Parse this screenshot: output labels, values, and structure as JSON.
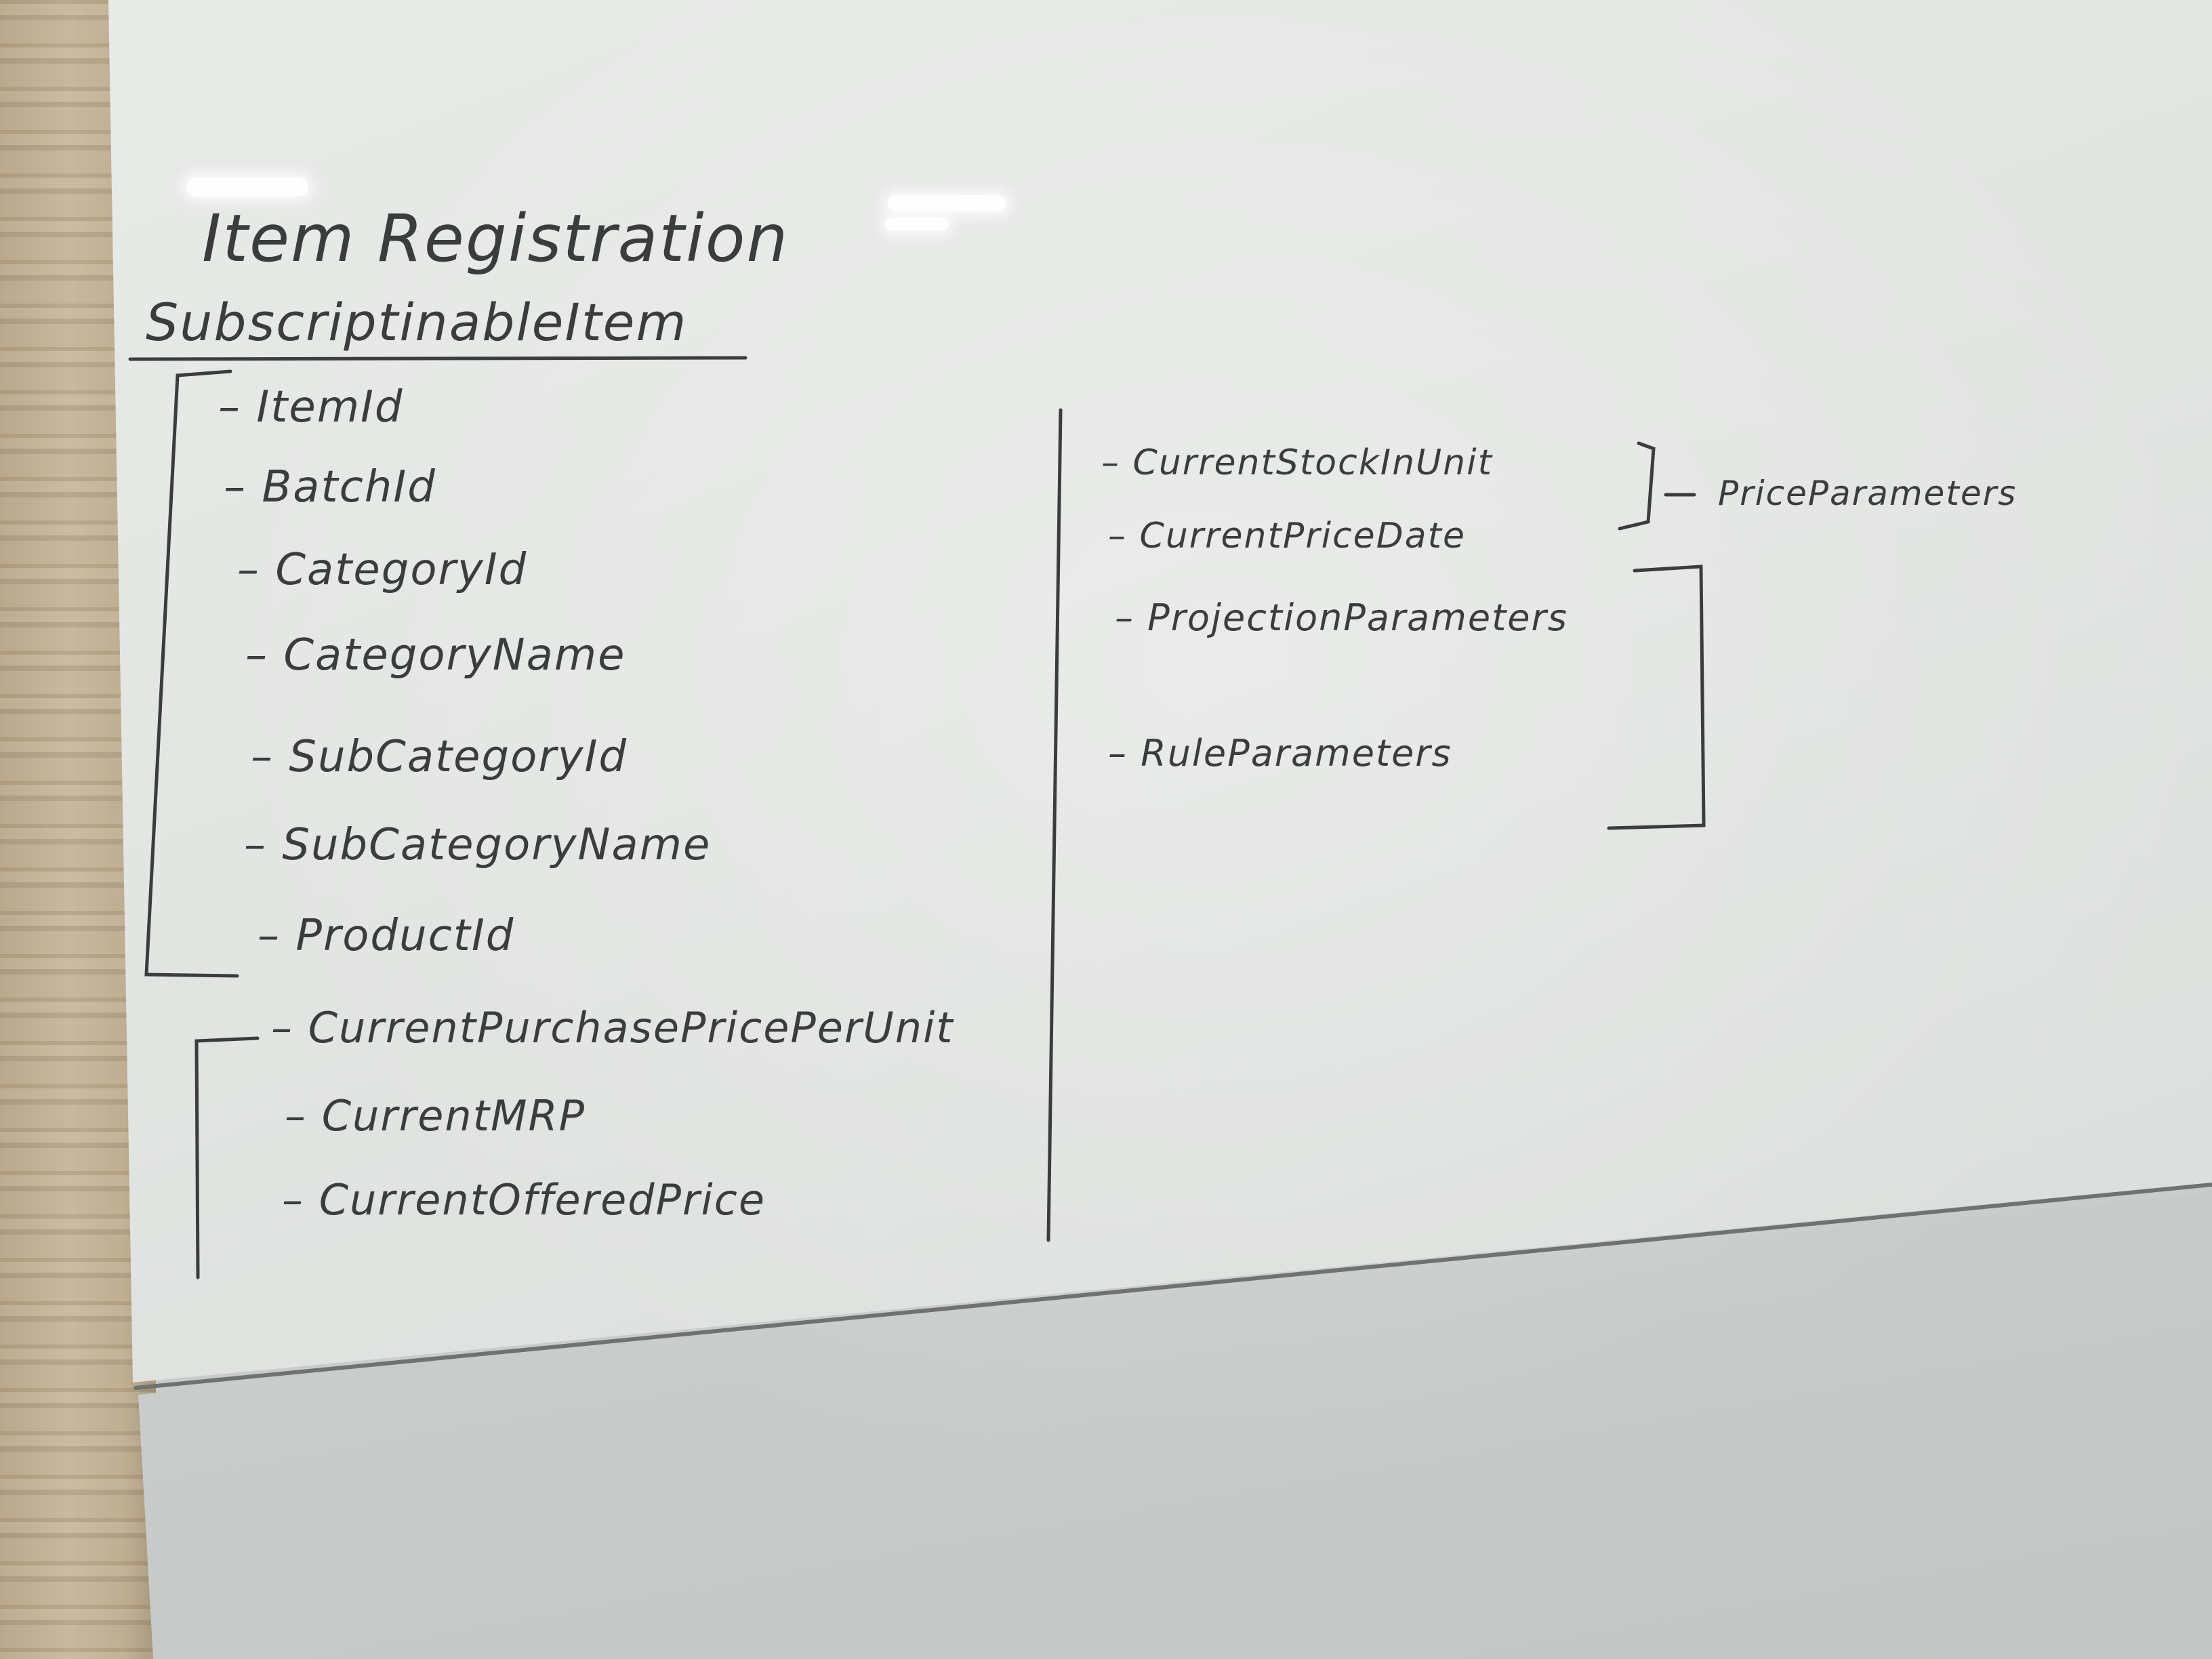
{
  "board": {
    "title": "Item Registration",
    "subtitle": "SubscriptinableItem",
    "group_ids": [
      "ItemId",
      "BatchId",
      "CategoryId",
      "CategoryName",
      "SubCategoryId",
      "SubCategoryName",
      "ProductId"
    ],
    "group_prices": [
      "CurrentPurchasePricePerUnit",
      "CurrentMRP",
      "CurrentOfferedPrice"
    ],
    "right_top": [
      "CurrentStockInUnit",
      "CurrentPriceDate"
    ],
    "right_top_label": "PriceParameters",
    "right_bottom": [
      "ProjectionParameters",
      "RuleParameters"
    ]
  },
  "colors": {
    "ink": "#3a3d3b",
    "board": "#e4e6e4",
    "wood": "#c2b296"
  }
}
